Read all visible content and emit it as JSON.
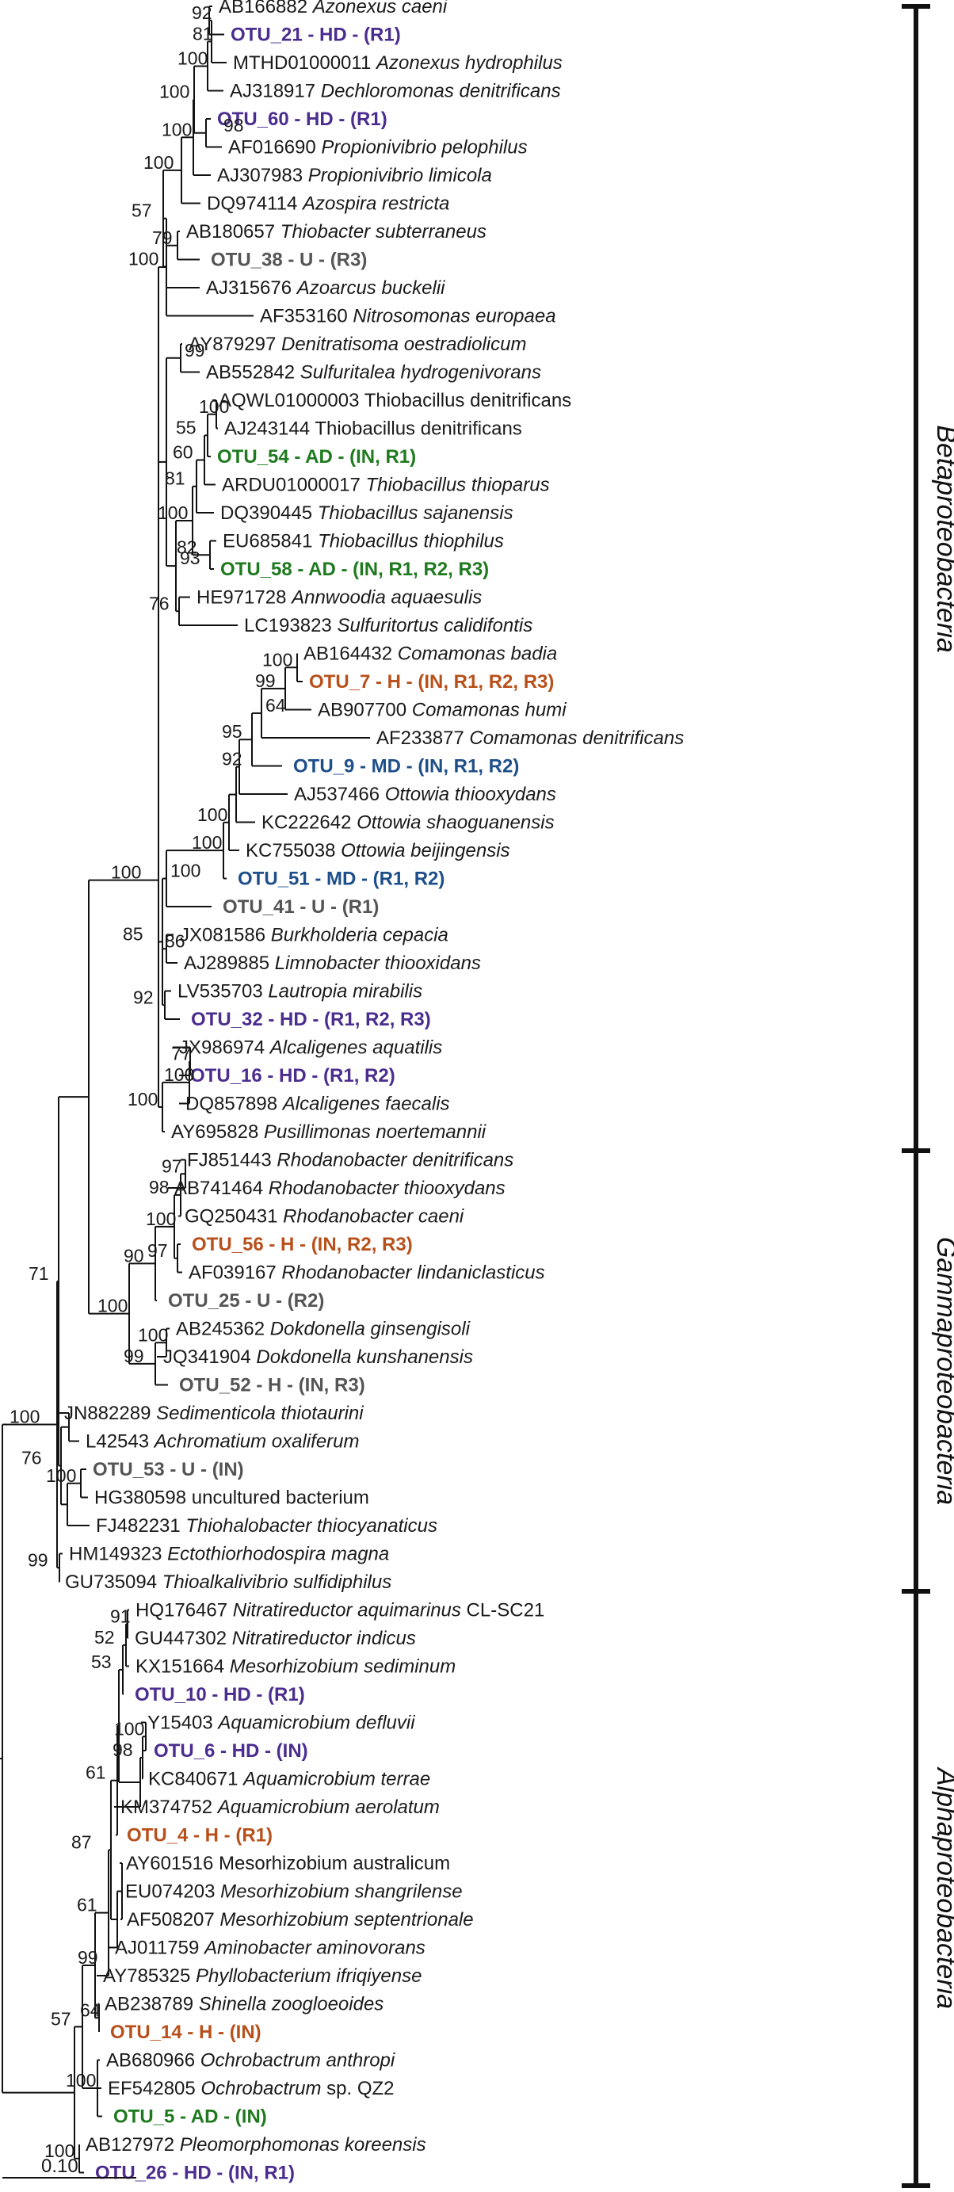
{
  "colors": {
    "HD": "#4b2d8f",
    "AD": "#1f7a1f",
    "H": "#b8501b",
    "MD": "#1e4f8a",
    "U": "#555555",
    "text": "#1a1a1a"
  },
  "scale_bar": {
    "label": "0.10"
  },
  "clades": [
    {
      "name": "Betaproteobacteria"
    },
    {
      "name": "Gammaproteobacteria"
    },
    {
      "name": "Alphaproteobacteria"
    }
  ],
  "tips": [
    {
      "acc": "AB166882",
      "sp": "Azonexus caeni"
    },
    {
      "otu": "OTU_21 - HD - (R1)",
      "cls": "HD"
    },
    {
      "acc": "MTHD01000011",
      "sp": "Azonexus hydrophilus"
    },
    {
      "acc": "AJ318917",
      "sp": "Dechloromonas denitrificans"
    },
    {
      "otu": "OTU_60 - HD - (R1)",
      "cls": "HD"
    },
    {
      "acc": "AF016690",
      "sp": "Propionivibrio pelophilus"
    },
    {
      "acc": "AJ307983",
      "sp": "Propionivibrio limicola"
    },
    {
      "acc": "DQ974114",
      "sp": "Azospira restricta"
    },
    {
      "acc": "AB180657",
      "sp": "Thiobacter subterraneus"
    },
    {
      "otu": "OTU_38 - U - (R3)",
      "cls": "U"
    },
    {
      "acc": "AJ315676",
      "sp": "Azoarcus buckelii"
    },
    {
      "acc": "AF353160",
      "sp": "Nitrosomonas europaea"
    },
    {
      "acc": "AY879297",
      "sp": "Denitratisoma oestradiolicum"
    },
    {
      "acc": "AB552842",
      "sp": "Sulfuritalea hydrogenivorans"
    },
    {
      "acc": "AQWL01000003",
      "plain": "Thiobacillus denitrificans"
    },
    {
      "acc": "AJ243144",
      "plain": "Thiobacillus denitrificans"
    },
    {
      "otu": "OTU_54 - AD - (IN, R1)",
      "cls": "AD"
    },
    {
      "acc": "ARDU01000017",
      "sp": "Thiobacillus thioparus"
    },
    {
      "acc": "DQ390445",
      "sp": "Thiobacillus sajanensis"
    },
    {
      "acc": "EU685841",
      "sp": "Thiobacillus thiophilus"
    },
    {
      "otu": "OTU_58 - AD - (IN, R1, R2, R3)",
      "cls": "AD"
    },
    {
      "acc": "HE971728",
      "sp": "Annwoodia aquaesulis"
    },
    {
      "acc": "LC193823",
      "sp": "Sulfuritortus calidifontis"
    },
    {
      "acc": "AB164432",
      "sp": "Comamonas badia"
    },
    {
      "otu": "OTU_7 - H - (IN, R1, R2, R3)",
      "cls": "H"
    },
    {
      "acc": "AB907700",
      "sp": "Comamonas humi"
    },
    {
      "acc": "AF233877",
      "sp": "Comamonas denitrificans"
    },
    {
      "otu": "OTU_9 - MD - (IN, R1, R2)",
      "cls": "MD"
    },
    {
      "acc": "AJ537466",
      "sp": "Ottowia thiooxydans"
    },
    {
      "acc": "KC222642",
      "sp": "Ottowia shaoguanensis"
    },
    {
      "acc": "KC755038",
      "sp": "Ottowia beijingensis"
    },
    {
      "otu": "OTU_51 - MD - (R1, R2)",
      "cls": "MD"
    },
    {
      "otu": "OTU_41 - U - (R1)",
      "cls": "U"
    },
    {
      "acc": "JX081586",
      "sp": "Burkholderia cepacia"
    },
    {
      "acc": "AJ289885",
      "sp": "Limnobacter thiooxidans"
    },
    {
      "acc": "LV535703",
      "sp": "Lautropia mirabilis"
    },
    {
      "otu": "OTU_32 - HD - (R1, R2, R3)",
      "cls": "HD"
    },
    {
      "acc": "JX986974",
      "sp": "Alcaligenes aquatilis"
    },
    {
      "otu": "OTU_16 - HD - (R1, R2)",
      "cls": "HD"
    },
    {
      "acc": "DQ857898",
      "sp": "Alcaligenes faecalis"
    },
    {
      "acc": "AY695828",
      "sp": "Pusillimonas noertemannii"
    },
    {
      "acc": "FJ851443",
      "sp": "Rhodanobacter denitrificans"
    },
    {
      "acc": "AB741464",
      "sp": "Rhodanobacter thiooxydans"
    },
    {
      "acc": "GQ250431",
      "sp": "Rhodanobacter caeni"
    },
    {
      "otu": "OTU_56 - H - (IN, R2, R3)",
      "cls": "H"
    },
    {
      "acc": "AF039167",
      "sp": "Rhodanobacter lindaniclasticus"
    },
    {
      "otu": "OTU_25 - U - (R2)",
      "cls": "U"
    },
    {
      "acc": "AB245362",
      "sp": "Dokdonella ginsengisoli"
    },
    {
      "acc": "JQ341904",
      "sp": "Dokdonella kunshanensis"
    },
    {
      "otu": "OTU_52 - H - (IN, R3)",
      "cls": "U"
    },
    {
      "acc": "JN882289",
      "sp": "Sedimenticola thiotaurini"
    },
    {
      "acc": "L42543",
      "sp": "Achromatium oxaliferum"
    },
    {
      "otu": "OTU_53 - U - (IN)",
      "cls": "U"
    },
    {
      "acc": "HG380598",
      "plain": "uncultured bacterium"
    },
    {
      "acc": "FJ482231",
      "sp": "Thiohalobacter thiocyanaticus"
    },
    {
      "acc": "HM149323",
      "sp": "Ectothiorhodospira magna"
    },
    {
      "acc": "GU735094",
      "sp": "Thioalkalivibrio sulfidiphilus"
    },
    {
      "acc": "HQ176467",
      "sp": "Nitratireductor aquimarinus",
      "suffix": "CL-SC21"
    },
    {
      "acc": "GU447302",
      "sp": "Nitratireductor indicus"
    },
    {
      "acc": "KX151664",
      "sp": "Mesorhizobium sediminum"
    },
    {
      "otu": "OTU_10 - HD - (R1)",
      "cls": "HD"
    },
    {
      "acc": "Y15403",
      "sp": "Aquamicrobium defluvii"
    },
    {
      "otu": "OTU_6 - HD - (IN)",
      "cls": "HD"
    },
    {
      "acc": "KC840671",
      "sp": "Aquamicrobium terrae"
    },
    {
      "acc": "KM374752",
      "sp": "Aquamicrobium aerolatum"
    },
    {
      "otu": "OTU_4 - H - (R1)",
      "cls": "H"
    },
    {
      "acc": "AY601516",
      "plain": "Mesorhizobium australicum"
    },
    {
      "acc": "EU074203",
      "sp": "Mesorhizobium shangrilense"
    },
    {
      "acc": "AF508207",
      "sp": "Mesorhizobium septentrionale"
    },
    {
      "acc": "AJ011759",
      "sp": "Aminobacter aminovorans"
    },
    {
      "acc": "AY785325",
      "sp": "Phyllobacterium ifriqiyense"
    },
    {
      "acc": "AB238789",
      "sp": "Shinella zoogloeoides"
    },
    {
      "otu": "OTU_14 - H - (IN)",
      "cls": "H"
    },
    {
      "acc": "AB680966",
      "sp": "Ochrobactrum anthropi"
    },
    {
      "acc": "EF542805",
      "sp": "Ochrobactrum",
      "suffix": "sp. QZ2"
    },
    {
      "otu": "OTU_5 - AD - (IN)",
      "cls": "AD"
    },
    {
      "acc": "AB127972",
      "sp": "Pleomorphomonas koreensis"
    },
    {
      "otu": "OTU_26 - HD - (IN, R1)",
      "cls": "HD"
    }
  ],
  "bootstrap": [
    "92",
    "81",
    "100",
    "100",
    "98",
    "100",
    "100",
    "57",
    "79",
    "100",
    "99",
    "100",
    "55",
    "60",
    "81",
    "100",
    "82",
    "93",
    "76",
    "100",
    "99",
    "64",
    "95",
    "92",
    "100",
    "100",
    "100",
    "86",
    "85",
    "92",
    "100",
    "77",
    "100",
    "100",
    "98",
    "97",
    "100",
    "97",
    "90",
    "100",
    "99",
    "100",
    "76",
    "100",
    "71",
    "100",
    "99",
    "91",
    "52",
    "53",
    "100",
    "98",
    "61",
    "87",
    "61",
    "64",
    "99",
    "57",
    "100",
    "100",
    "100"
  ]
}
